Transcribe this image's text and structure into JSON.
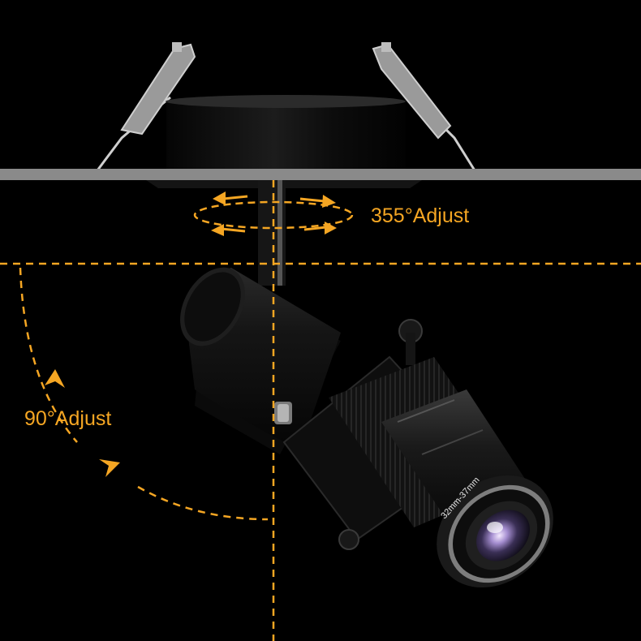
{
  "annotations": {
    "rotation_label": "355°Adjust",
    "tilt_label": "90°Adjust"
  },
  "lens_marking": "32mm-37mm",
  "colors": {
    "background": "#000000",
    "accent": "#f5a623",
    "ceiling": "#8a8a8a",
    "body": "#121212"
  }
}
